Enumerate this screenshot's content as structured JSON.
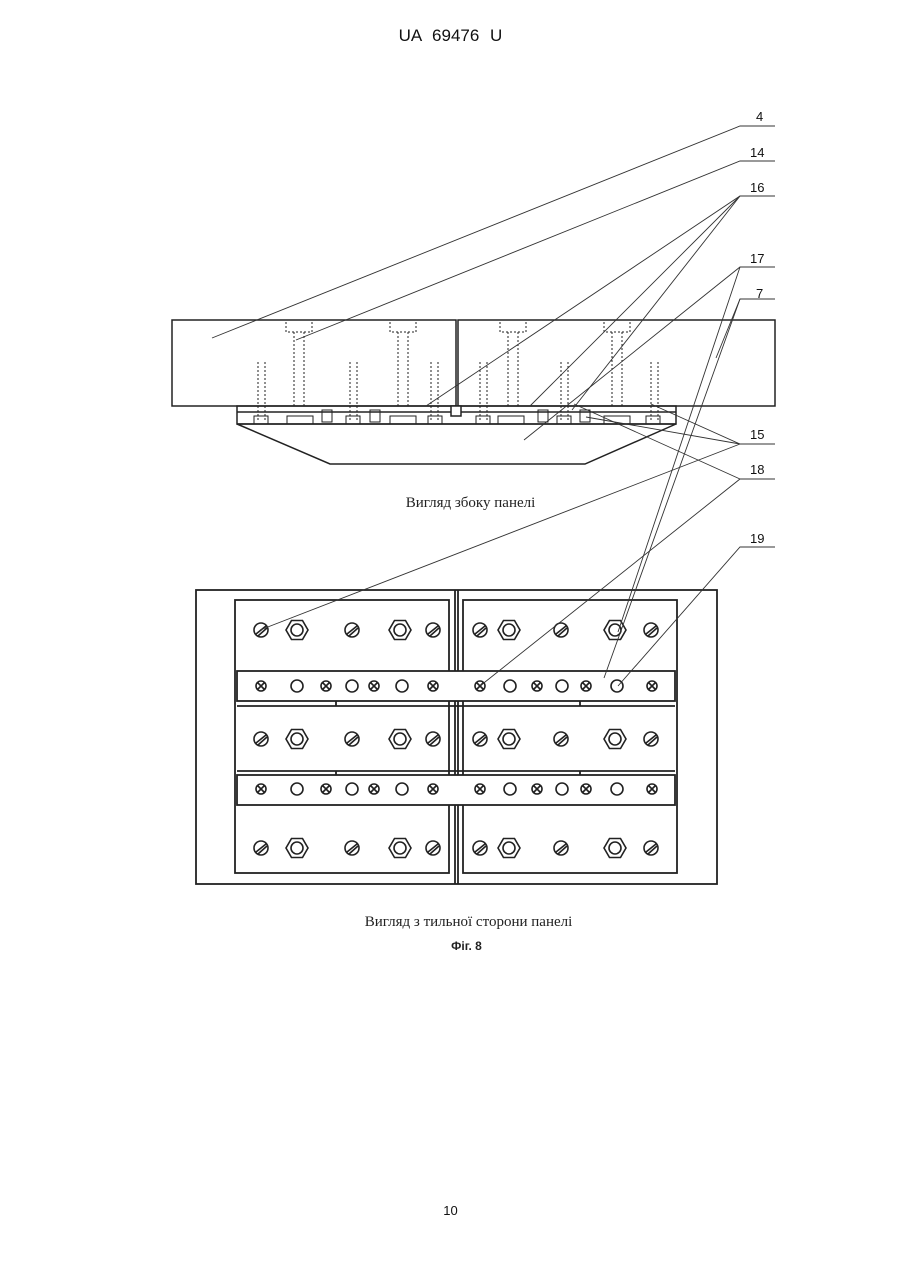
{
  "header": {
    "text": "UA 69476 U"
  },
  "figure": {
    "callouts": [
      "4",
      "14",
      "16",
      "17",
      "7",
      "15",
      "18",
      "19"
    ],
    "caption_side_view": "Вигляд збоку панелі",
    "caption_back_view": "Вигляд з тильної сторони панелі",
    "figure_label": "Фіг. 8"
  },
  "footer": {
    "page_number": "10"
  }
}
